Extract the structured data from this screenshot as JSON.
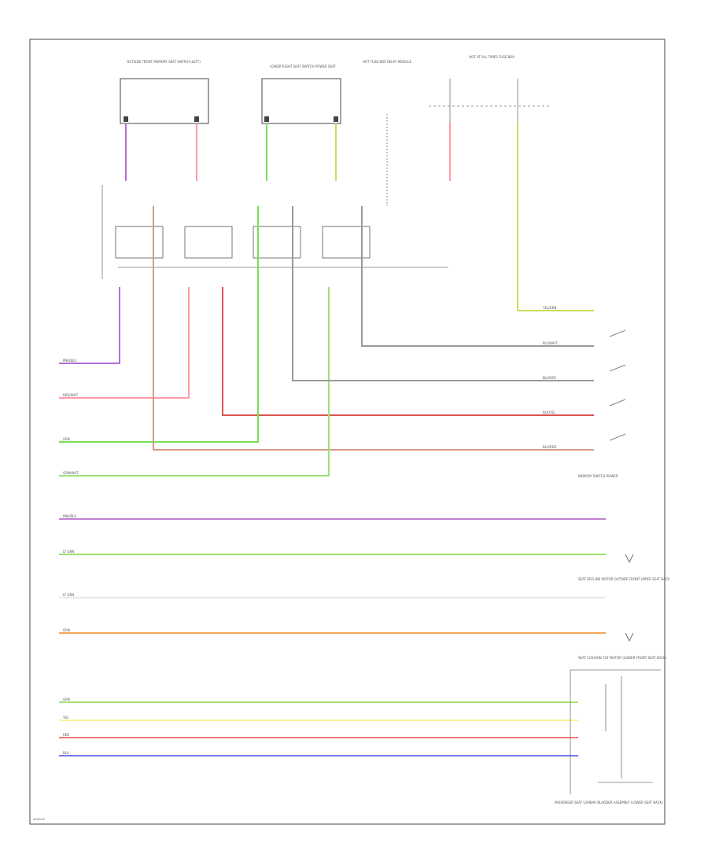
{
  "diagram_ref": "W9AV4K",
  "connectors": [
    {
      "id": "top-box-1",
      "label": "OUTSIDE FRONT MEMORY SEAT SWITCH (LEFT)",
      "pins": [
        "1",
        "2"
      ]
    },
    {
      "id": "top-box-2",
      "label": "LOWER RIGHT SEAT SWITCH POWER SEAT",
      "pins": [
        "1",
        "2"
      ]
    },
    {
      "id": "top-box-3",
      "label": "HOT FUSE BOX RELAY MODULE"
    },
    {
      "id": "top-box-4",
      "label": "HOT AT ALL TIMES FUSE BOX"
    }
  ],
  "wire_labels": {
    "purple": "PNK/BLU",
    "pink": "RED/WHT",
    "green": "GRN",
    "brown": "BLU/RED",
    "lightgreen": "GRN/WHT",
    "red": "BLK/YEL",
    "gray": "BLU/GRY",
    "darkgray": "BLU/WHT",
    "yellowgreen": "YEL/GRN",
    "violet": "PNK/BLU",
    "lime": "LT GRN",
    "white": "LT GRN",
    "orange": "ORN",
    "grn": "GRN",
    "yel": "YEL",
    "red2": "RED",
    "blu": "BLU"
  },
  "component_labels": {
    "memory_switch": "MEMORY SWITCH POWER",
    "seat_motor": "SEAT RECLINE MOTOR OUTSIDE FRONT UPPER SEAT BACK",
    "position_sensor": "SEAT CUSHION TILT MOTOR (LOWER FRONT SEAT BACK)",
    "passenger_seat": "PASSENGER SEAT LUMBAR BLADDER ASSEMBLY (LOWER SEAT BACK)"
  },
  "colors": {
    "purple": "#b36fd6",
    "pink": "#ff9aa6",
    "green": "#76e05a",
    "brown": "#d59c83",
    "lightgreen": "#9be37c",
    "red": "#d9534f",
    "gray": "#9a9a9a",
    "yellowgreen": "#c8df5a",
    "violet": "#c27fd4",
    "lime": "#9ce36e",
    "white": "#e8e8e8",
    "orange": "#f5a55a",
    "grn": "#a9df7a",
    "yel": "#fff199",
    "red2": "#f07a7a",
    "blu": "#7777ee",
    "frame": "#444444"
  }
}
